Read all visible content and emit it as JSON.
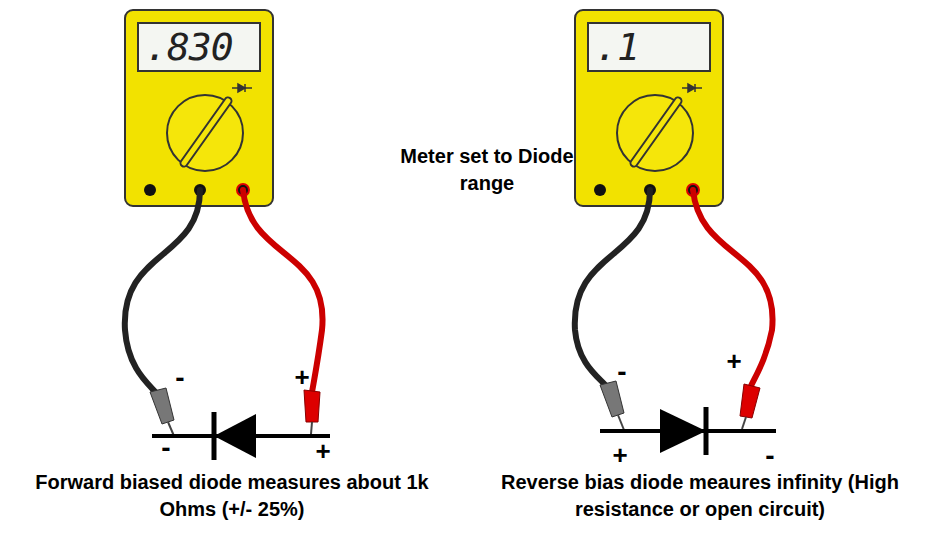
{
  "diagram": {
    "nodes": [
      {
        "text": [
          ".830"
        ]
      },
      {
        "text": [
          ".1"
        ]
      }
    ],
    "labels": [
      "Meter set to Diode range",
      "-",
      "+",
      "-",
      "+",
      "-",
      "+",
      "+",
      "-",
      "Forward biased diode measures about 1k Ohms (+/- 25%)",
      "Reverse bias diode meaures infinity (High resistance or open circuit)"
    ]
  }
}
